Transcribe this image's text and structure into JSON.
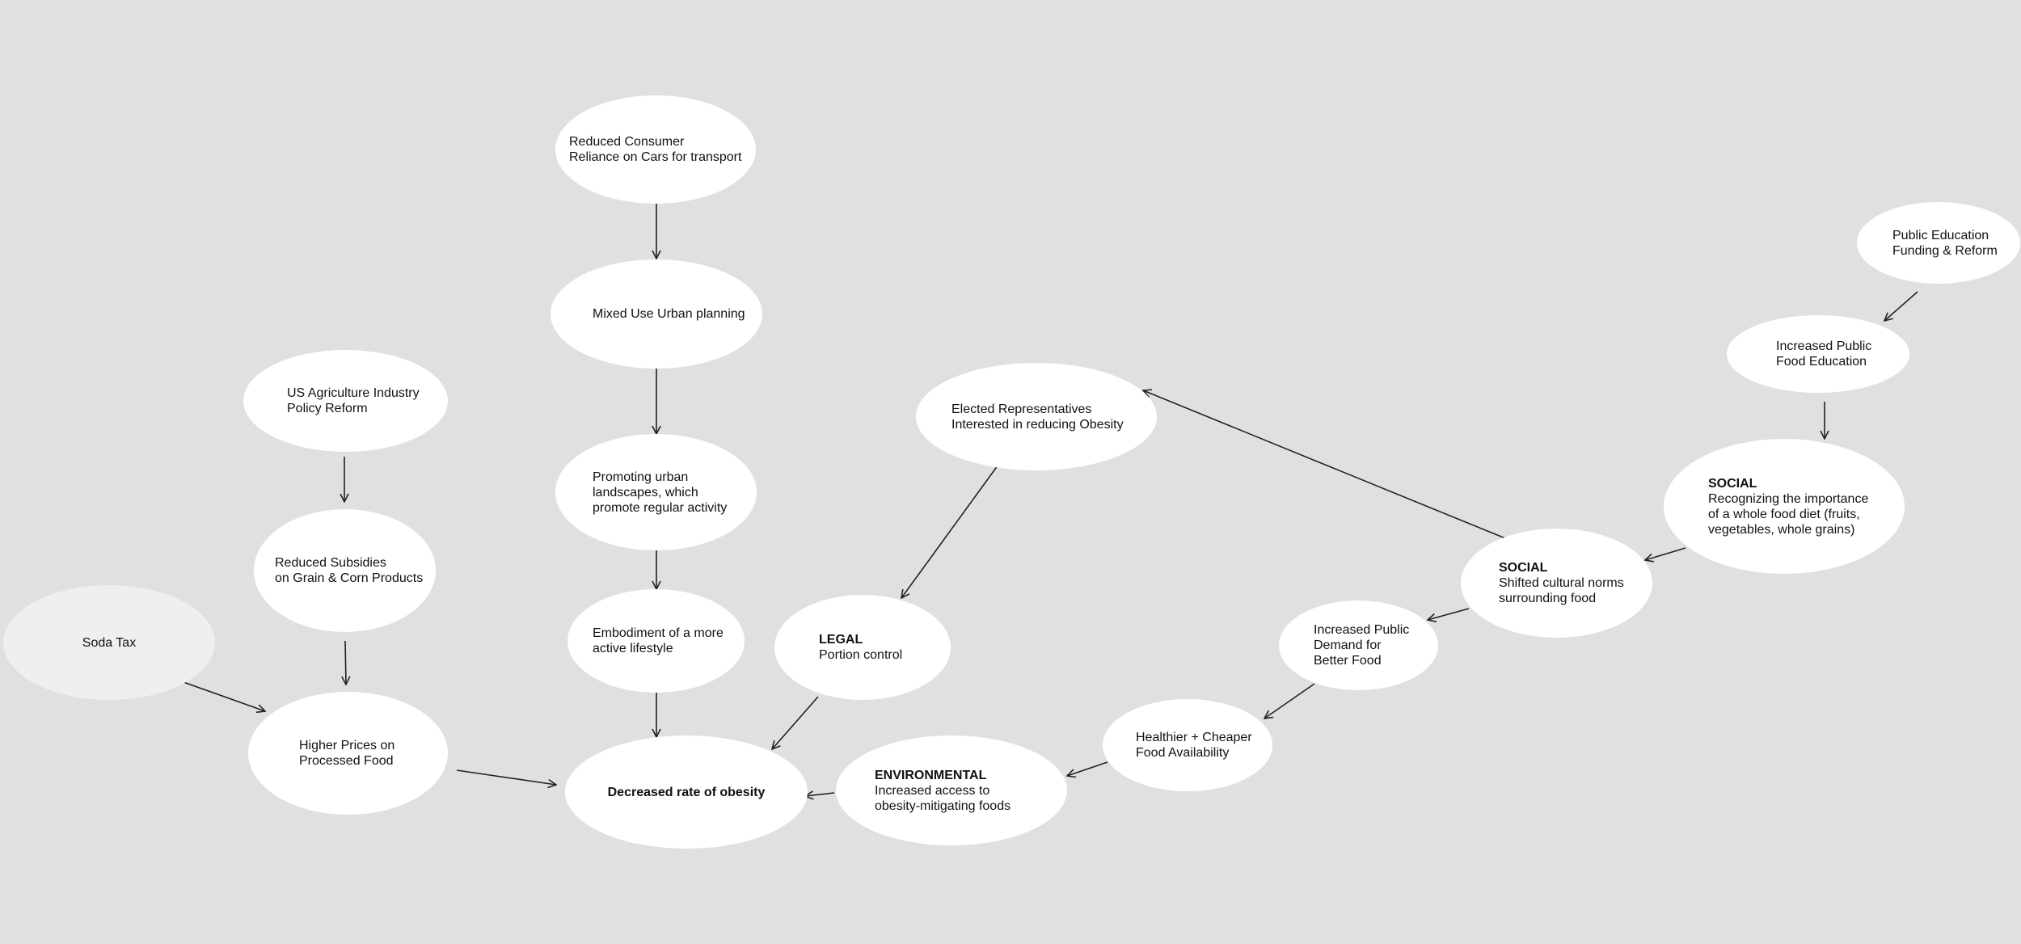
{
  "colors": {
    "background": "#dfe0e2",
    "node": "#ffffff",
    "node_muted": "#eeeff0",
    "edge": "#222222",
    "text": "#111111"
  },
  "nodes": {
    "reduced_car_reliance": {
      "text": "Reduced Consumer\nReliance on Cars for transport"
    },
    "mixed_use_planning": {
      "text": "Mixed Use Urban planning"
    },
    "promoting_landscapes": {
      "text": "Promoting urban\nlandscapes, which\npromote regular activity"
    },
    "active_lifestyle": {
      "text": "Embodiment of a more\nactive lifestyle"
    },
    "us_ag_reform": {
      "text": "US Agriculture Industry\nPolicy Reform"
    },
    "reduced_subsidies": {
      "text": "Reduced Subsidies\non Grain & Corn Products"
    },
    "soda_tax": {
      "text": "Soda Tax"
    },
    "higher_prices": {
      "text": "Higher Prices on\nProcessed Food"
    },
    "decreased_obesity": {
      "text": "Decreased rate of obesity"
    },
    "elected_reps": {
      "text": "Elected Representatives\nInterested in reducing Obesity"
    },
    "legal": {
      "category": "LEGAL",
      "text": "Portion control"
    },
    "environmental": {
      "category": "ENVIRONMENTAL",
      "text": "Increased access to\nobesity-mitigating foods"
    },
    "healthier_food": {
      "text": "Healthier + Cheaper\nFood Availability"
    },
    "public_demand": {
      "text": "Increased Public\nDemand for\nBetter Food"
    },
    "social_norms": {
      "category": "SOCIAL",
      "text": "Shifted cultural norms\nsurrounding food"
    },
    "social_whole_food": {
      "category": "SOCIAL",
      "text": "Recognizing the importance\nof a whole food diet (fruits,\nvegetables, whole grains)"
    },
    "food_education": {
      "text": "Increased Public\nFood Education"
    },
    "education_funding": {
      "text": "Public Education\nFunding & Reform"
    }
  }
}
